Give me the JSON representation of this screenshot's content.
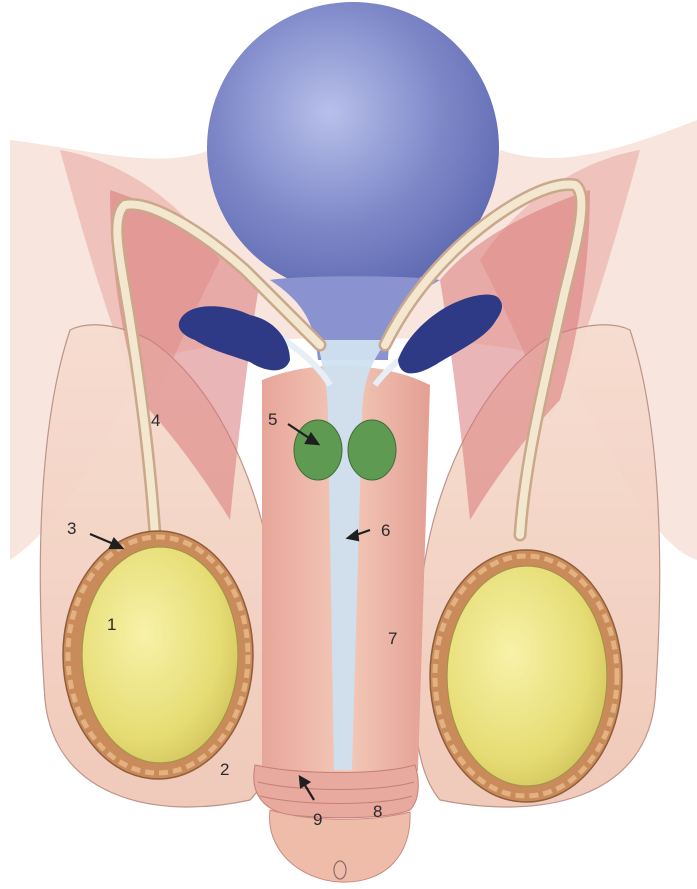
{
  "labels": {
    "l1": "1",
    "l2": "2",
    "l3": "3",
    "l4": "4",
    "l5": "5",
    "l6": "6",
    "l7": "7",
    "l8": "8",
    "l9": "9"
  },
  "colors": {
    "skin": "#f2c9b8",
    "skin_shadow": "#d98a86",
    "deep_red": "#c9646a",
    "bladder": "#6e78bf",
    "urethra": "#cfe0ef",
    "seminal_vesicle": "#2e3a86",
    "prostate_gland": "#5e9a52",
    "testis": "#e6e07a",
    "epididymis": "#c98b5a",
    "duct": "#f3e8cf"
  }
}
